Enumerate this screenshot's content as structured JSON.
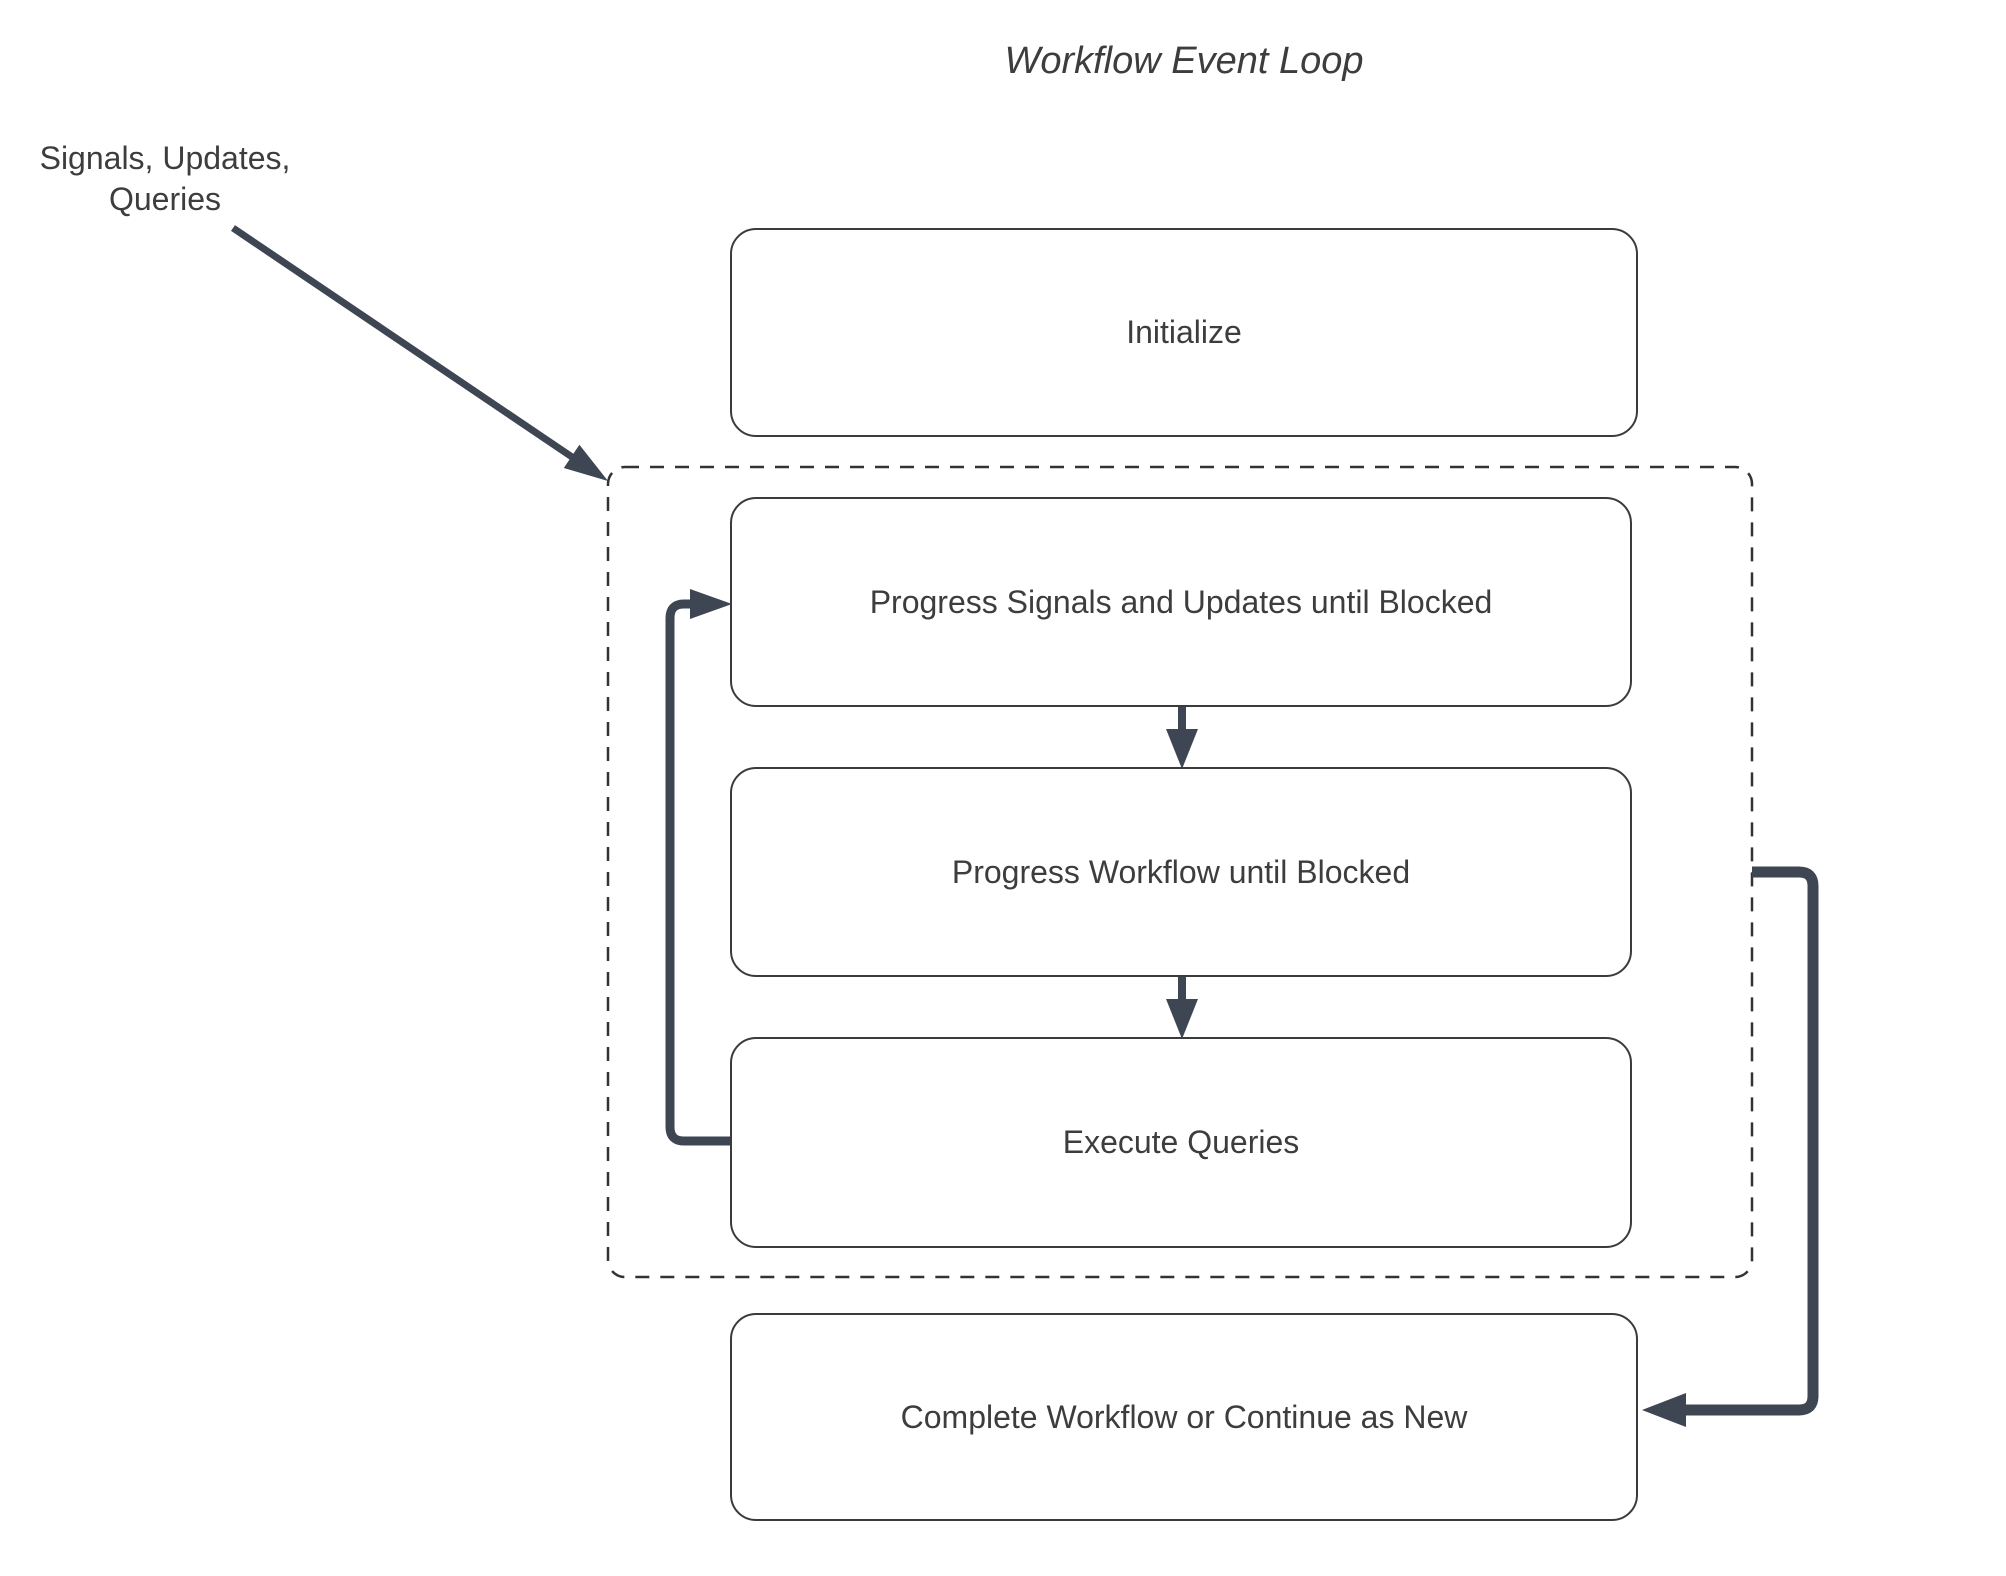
{
  "diagram": {
    "title": "Workflow Event Loop",
    "input_label": {
      "line1": "Signals, Updates,",
      "line2": "Queries"
    },
    "nodes": [
      {
        "id": "initialize",
        "label": "Initialize"
      },
      {
        "id": "progress-signals-updates",
        "label": "Progress Signals and Updates until Blocked"
      },
      {
        "id": "progress-workflow",
        "label": "Progress Workflow until Blocked"
      },
      {
        "id": "execute-queries",
        "label": "Execute Queries"
      },
      {
        "id": "complete-workflow",
        "label": "Complete Workflow or Continue as New"
      }
    ],
    "connectors": [
      {
        "id": "input-arrow",
        "from": "signals-updates-queries-label",
        "to": "event-loop-boundary"
      },
      {
        "id": "arrow-signals-to-workflow",
        "from": "progress-signals-updates",
        "to": "progress-workflow"
      },
      {
        "id": "arrow-workflow-to-queries",
        "from": "progress-workflow",
        "to": "execute-queries"
      },
      {
        "id": "loop-back-connector",
        "from": "execute-queries",
        "to": "progress-signals-updates"
      },
      {
        "id": "exit-connector",
        "from": "event-loop-boundary",
        "to": "complete-workflow"
      }
    ],
    "colors": {
      "connector": "#3e4553",
      "node_border": "#3b3b3b",
      "loop_border": "#333333",
      "text": "#3d3d3d",
      "background": "#ffffff"
    }
  }
}
